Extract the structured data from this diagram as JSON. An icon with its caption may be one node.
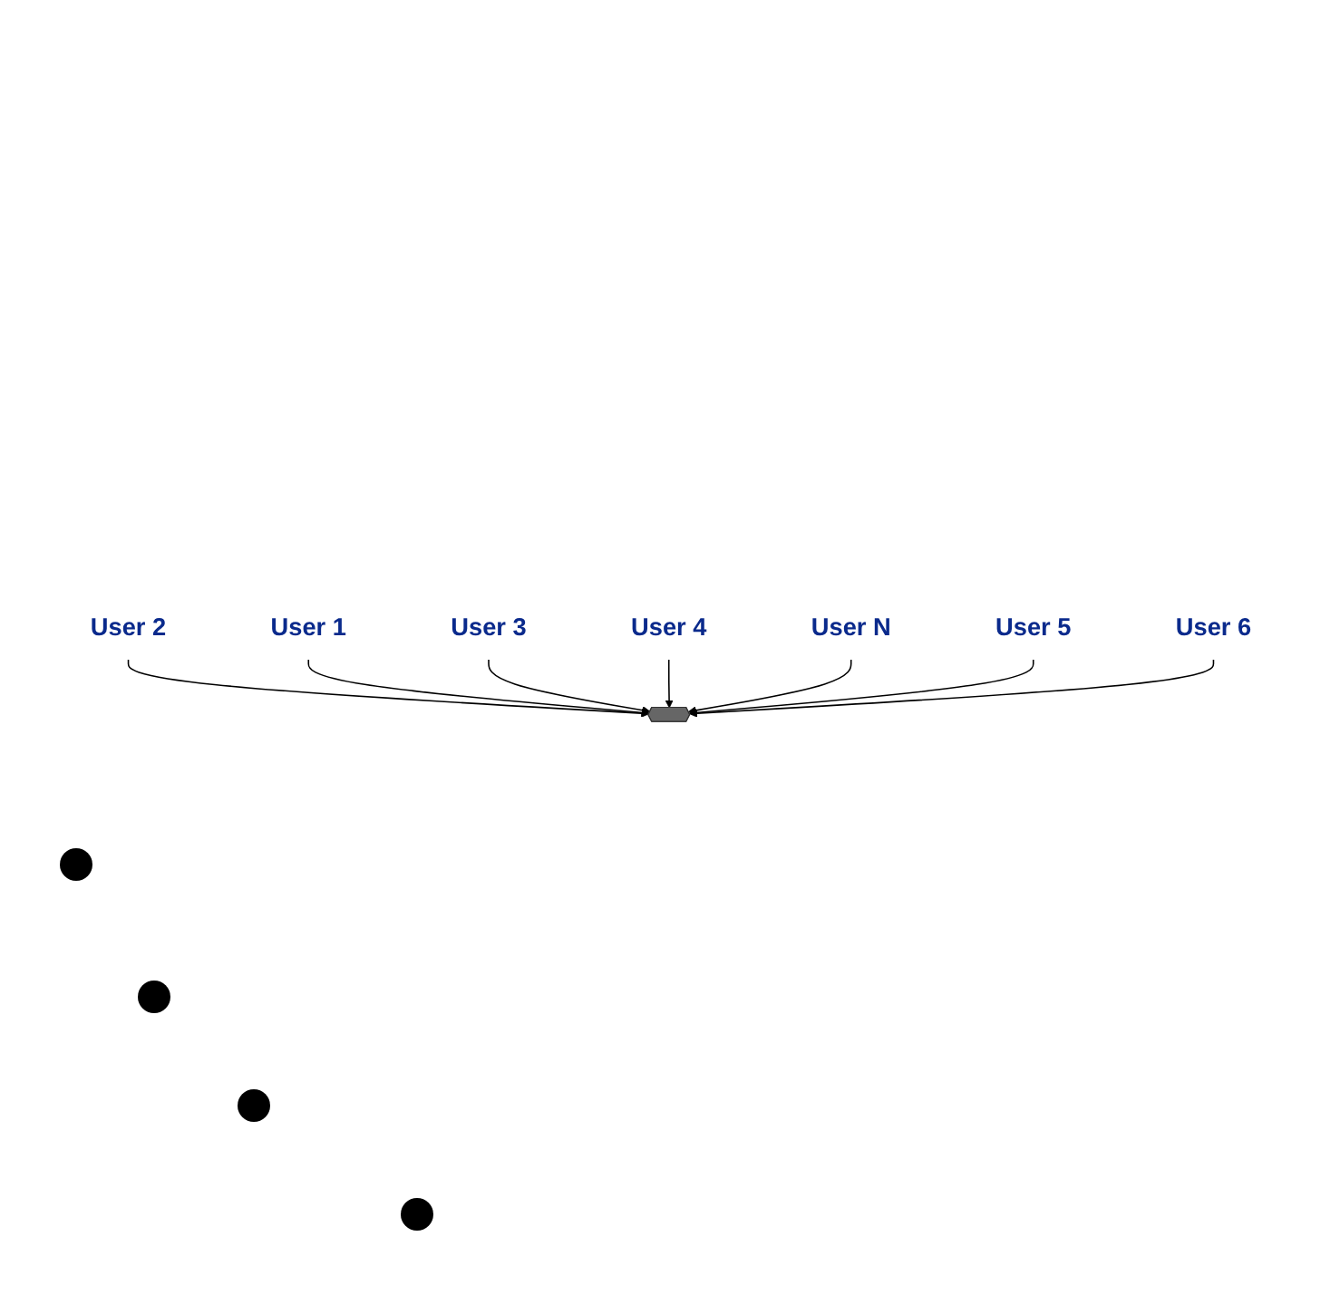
{
  "diagram": {
    "nodes": [
      {
        "text": [
          "User 2"
        ]
      },
      {
        "text": [
          "User 1"
        ]
      },
      {
        "text": [
          "User 3"
        ]
      },
      {
        "text": [],
        "shape": "star"
      },
      {
        "text": [
          "User 4"
        ]
      },
      {
        "text": [
          "User N"
        ]
      },
      {
        "text": [
          "User 5"
        ]
      },
      {
        "text": [
          "User 6"
        ]
      }
    ],
    "edges": [
      {
        "from": 0,
        "to": 3,
        "arrow": "to"
      },
      {
        "from": 1,
        "to": 3,
        "arrow": "to"
      },
      {
        "from": 2,
        "to": 3,
        "arrow": "to"
      },
      {
        "from": 4,
        "to": 3,
        "arrow": "to"
      },
      {
        "from": 5,
        "to": 3,
        "arrow": "to"
      },
      {
        "from": 6,
        "to": 3,
        "arrow": "to"
      },
      {
        "from": 7,
        "to": 3,
        "arrow": "to"
      }
    ]
  }
}
